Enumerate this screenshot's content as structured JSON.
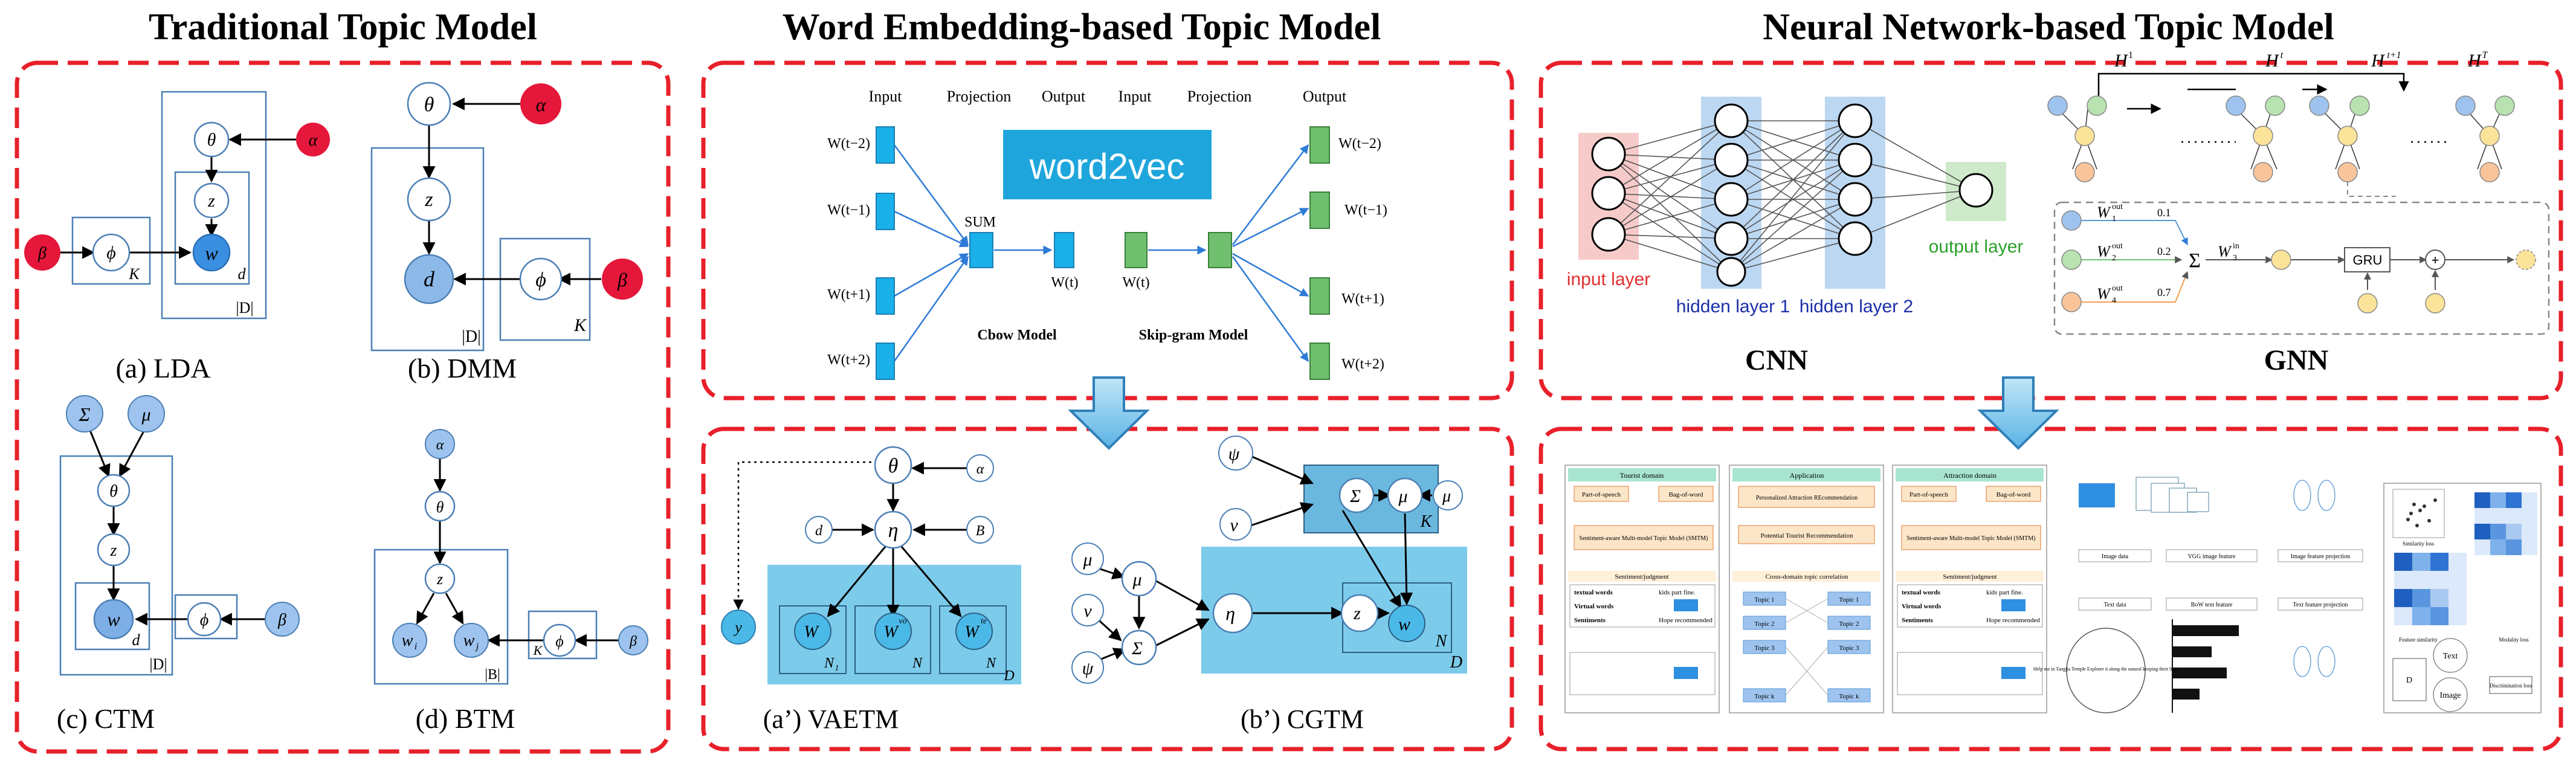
{
  "sections": {
    "traditional": "Traditional Topic Model",
    "word_embedding": "Word Embedding-based Topic Model",
    "neural": "Neural Network-based Topic Model"
  },
  "traditional": {
    "lda": {
      "caption": "(a) LDA",
      "alpha": "α",
      "beta": "β",
      "phi": "ϕ",
      "theta": "θ",
      "z": "z",
      "w": "w",
      "K": "K",
      "d": "d",
      "D": "|D|"
    },
    "dmm": {
      "caption": "(b) DMM",
      "alpha": "α",
      "beta": "β",
      "phi": "ϕ",
      "theta": "θ",
      "z": "z",
      "d": "d",
      "K": "K",
      "D": "|D|"
    },
    "ctm": {
      "caption": "(c)  CTM",
      "sigma": "Σ",
      "mu": "μ",
      "theta": "θ",
      "z": "z",
      "w": "w",
      "phi": "ϕ",
      "beta": "β",
      "d": "d",
      "D": "|D|"
    },
    "btm": {
      "caption": "(d) BTM",
      "alpha": "α",
      "theta": "θ",
      "z": "z",
      "wi": "w",
      "wj": "w",
      "wi_sub": "i",
      "wj_sub": "j",
      "phi": "ϕ",
      "beta": "β",
      "K": "K",
      "B": "|B|"
    }
  },
  "word2vec": {
    "logo": "word2vec",
    "cbow_header": {
      "input": "Input",
      "projection": "Projection",
      "output": "Output"
    },
    "skip_header": {
      "input": "Input",
      "projection": "Projection",
      "output": "Output"
    },
    "cbow_inputs": [
      "W(t−2)",
      "W(t−1)",
      "W(t+1)",
      "W(t+2)"
    ],
    "sum": "SUM",
    "cbow_output": "W(t)",
    "skip_input": "W(t)",
    "skip_outputs": [
      "W(t−2)",
      "W(t−1)",
      "W(t+1)",
      "W(t+2)"
    ],
    "cbow_label": "Cbow Model",
    "skip_label": "Skip-gram Model"
  },
  "vaetm": {
    "caption": "(a’) VAETM",
    "theta": "θ",
    "alpha": "α",
    "d": "d",
    "eta": "η",
    "B": "B",
    "y": "y",
    "w1": "W",
    "w1_sup": "",
    "w2": "W",
    "w2_sup": "vo",
    "w3": "W",
    "w3_sup": "te",
    "N1": "N",
    "N1_sub": "1",
    "N2": "N",
    "N3": "N",
    "D": "D"
  },
  "cgtm": {
    "caption": "(b’) CGTM",
    "psi0": "ψ",
    "nu0": "ν",
    "mu0": "μ",
    "sigma_k": "Σ",
    "mu_k": "μ",
    "K": "K",
    "mu": "μ",
    "nu": "ν",
    "psi": "ψ",
    "mu_c": "μ",
    "sigma_c": "Σ",
    "eta_d": "η",
    "z_dn": "z",
    "w_dn": "w",
    "N": "N",
    "D": "D"
  },
  "cnn": {
    "caption": "CNN",
    "input_layer": "input layer",
    "hidden1": "hidden layer 1",
    "hidden2": "hidden layer 2",
    "output_layer": "output layer"
  },
  "gnn": {
    "caption": "GNN",
    "H1": "H",
    "H1_sup": "1",
    "Ht": "H",
    "Ht_sup": "t",
    "Ht1": "H",
    "Ht1_sup": "t+1",
    "HT": "H",
    "HT_sup": "T",
    "w1": "W",
    "w1_sup": "out",
    "w1_sub": "1",
    "w2": "W",
    "w2_sup": "out",
    "w2_sub": "2",
    "w4": "W",
    "w4_sup": "out",
    "w4_sub": "4",
    "w3": "W",
    "w3_sup": "in",
    "w3_sub": "3",
    "v01": "0.1",
    "v02": "0.2",
    "v07": "0.7",
    "sum": "Σ",
    "gru": "GRU",
    "plus": "+"
  },
  "bottom_right": {
    "panels": [
      "Tourist  domain",
      "Application",
      "Attraction  domain"
    ],
    "pos": "Part-of-speech",
    "bow": "Bag-of-word",
    "smtm": "Sentiment-aware Multi-model Topic Model  (SMTM)",
    "par": "Personalized Attraction REcommendation",
    "ptr": "Potential Tourist Recommendation",
    "judgment": "Sentiment/judgment",
    "cross": "Cross-domain topic correlation",
    "rows": [
      "textual words",
      "Virtual words",
      "Sentiments"
    ],
    "cells": [
      "kids part fine.",
      "Hope recommended"
    ],
    "topics": [
      "Topic 1",
      "Topic 2",
      "Topic 3",
      "Topic k"
    ],
    "image_data": "Image data",
    "vgg": "VGG image feature",
    "img_proj": "Image feature projection",
    "text_data": "Text data",
    "bow_feat": "BoW text feature",
    "txt_proj": "Text feature projection",
    "sim_loss": "Similarity loss",
    "feat_sim": "Feature similarity",
    "modality_loss": "Modality loss",
    "disc_loss": "Discrimination loss",
    "text": "Text",
    "image": "Image",
    "D": "D",
    "bubble": "Help me in Tangjia Temple Explorer it along the natural keeping their lives"
  }
}
